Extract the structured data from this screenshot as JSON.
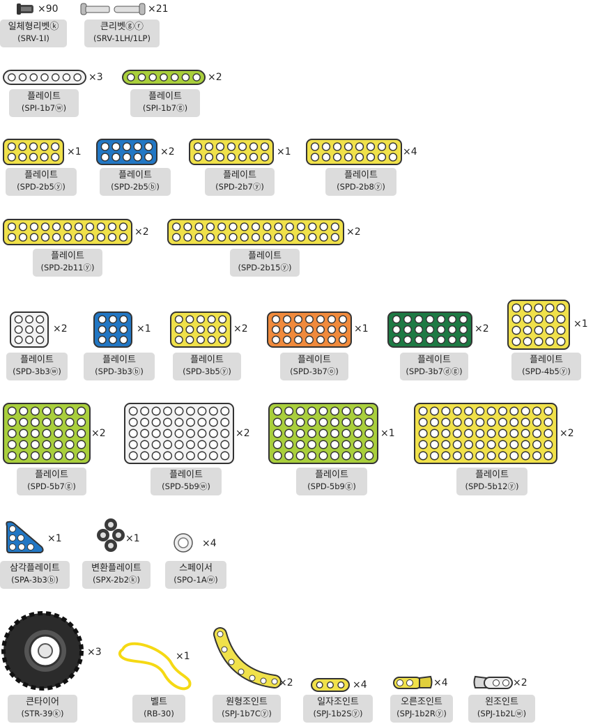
{
  "colors": {
    "white": "#f2f2f2",
    "yellow": "#f0e14a",
    "green": "#a9cf3c",
    "blue": "#2277c4",
    "orange": "#f08a3c",
    "darkgreen": "#1e7a44",
    "label_bg": "#dcdcdc"
  },
  "parts": [
    {
      "name": "일체형리벳ⓚ",
      "code": "(SRV-1I)",
      "qty": "×90"
    },
    {
      "name": "큰리벳ⓖⓡ",
      "code": "(SRV-1LH/1LP)",
      "qty": "×21"
    },
    {
      "name": "플레이트",
      "code": "(SPI-1b7ⓦ)",
      "qty": "×3"
    },
    {
      "name": "플레이트",
      "code": "(SPI-1b7ⓖ)",
      "qty": "×2"
    },
    {
      "name": "플레이트",
      "code": "(SPD-2b5ⓨ)",
      "qty": "×1"
    },
    {
      "name": "플레이트",
      "code": "(SPD-2b5ⓑ)",
      "qty": "×2"
    },
    {
      "name": "플레이트",
      "code": "(SPD-2b7ⓨ)",
      "qty": "×1"
    },
    {
      "name": "플레이트",
      "code": "(SPD-2b8ⓨ)",
      "qty": "×4"
    },
    {
      "name": "플레이트",
      "code": "(SPD-2b11ⓨ)",
      "qty": "×2"
    },
    {
      "name": "플레이트",
      "code": "(SPD-2b15ⓨ)",
      "qty": "×2"
    },
    {
      "name": "플레이트",
      "code": "(SPD-3b3ⓦ)",
      "qty": "×2"
    },
    {
      "name": "플레이트",
      "code": "(SPD-3b3ⓑ)",
      "qty": "×1"
    },
    {
      "name": "플레이트",
      "code": "(SPD-3b5ⓨ)",
      "qty": "×2"
    },
    {
      "name": "플레이트",
      "code": "(SPD-3b7ⓞ)",
      "qty": "×1"
    },
    {
      "name": "플레이트",
      "code": "(SPD-3b7ⓓⓖ)",
      "qty": "×2"
    },
    {
      "name": "플레이트",
      "code": "(SPD-4b5ⓨ)",
      "qty": "×1"
    },
    {
      "name": "플레이트",
      "code": "(SPD-5b7ⓖ)",
      "qty": "×2"
    },
    {
      "name": "플레이트",
      "code": "(SPD-5b9ⓦ)",
      "qty": "×2"
    },
    {
      "name": "플레이트",
      "code": "(SPD-5b9ⓖ)",
      "qty": "×1"
    },
    {
      "name": "플레이트",
      "code": "(SPD-5b12ⓨ)",
      "qty": "×2"
    },
    {
      "name": "삼각플레이트",
      "code": "(SPA-3b3ⓑ)",
      "qty": "×1"
    },
    {
      "name": "변환플레이트",
      "code": "(SPX-2b2ⓚ)",
      "qty": "×1"
    },
    {
      "name": "스페이서",
      "code": "(SPO-1Aⓦ)",
      "qty": "×4"
    },
    {
      "name": "큰타이어",
      "code": "(STR-39ⓚ)",
      "qty": "×3"
    },
    {
      "name": "벨트",
      "code": "(RB-30)",
      "qty": "×1"
    },
    {
      "name": "원형조인트",
      "code": "(SPJ-1b7Cⓨ)",
      "qty": "×2"
    },
    {
      "name": "일자조인트",
      "code": "(SPJ-1b2Sⓨ)",
      "qty": "×4"
    },
    {
      "name": "오른조인트",
      "code": "(SPJ-1b2Rⓨ)",
      "qty": "×4"
    },
    {
      "name": "왼조인트",
      "code": "(SPJ-1b2Lⓦ)",
      "qty": "×2"
    }
  ]
}
